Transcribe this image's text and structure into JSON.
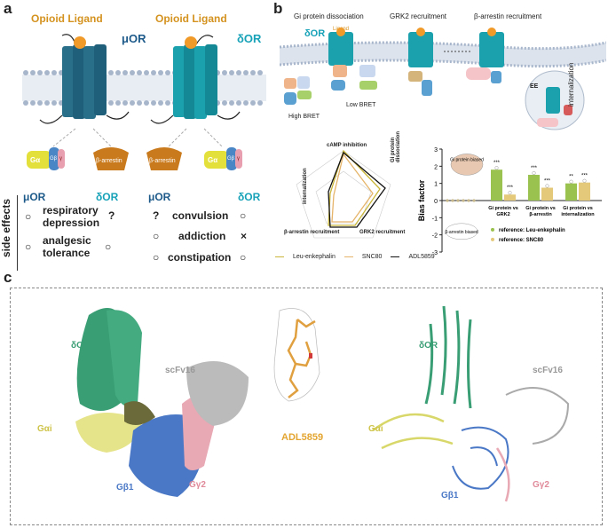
{
  "panel_a": {
    "letter": "a",
    "ligand_left": "Opioid Ligand",
    "ligand_right": "Opioid Ligand",
    "receptor_left": "μOR",
    "receptor_right": "δOR",
    "galpha": "Gα",
    "gbeta": "Gβ",
    "gamma": "γ",
    "barrestin": "β-arrestin",
    "side_effects_label": "side effects",
    "cols": [
      "μOR",
      "δOR",
      "μOR",
      "δOR"
    ],
    "left_rows": [
      {
        "text": "respiratory depression",
        "mu": "○",
        "delta": "?"
      },
      {
        "text": "analgesic tolerance",
        "mu": "○",
        "delta": "○"
      }
    ],
    "right_rows": [
      {
        "text": "convulsion",
        "mu": "?",
        "delta": "○"
      },
      {
        "text": "addiction",
        "mu": "○",
        "delta": "×"
      },
      {
        "text": "constipation",
        "mu": "○",
        "delta": "○"
      }
    ]
  },
  "panel_b": {
    "letter": "b",
    "steps": [
      "Gi protein dissociation",
      "GRK2 recruitment",
      "β-arrestin recruitment"
    ],
    "receptor": "δOR",
    "ligand": "Ligand",
    "high_bret": "High BRET",
    "low_bret": "Low BRET",
    "ee": "EE",
    "internalization": "internalization",
    "radar": {
      "axes": [
        "cAMP inhibition",
        "Gi protein dissociation",
        "GRK2 recruitment",
        "β-arrestin recruitment",
        "internalization"
      ],
      "legend": [
        "Leu-enkephalin",
        "SNC80",
        "ADL5859"
      ],
      "colors": [
        "#c9b63a",
        "#e6b46a",
        "#111111"
      ]
    }
  },
  "chart_data": {
    "type": "bar",
    "ylabel": "Bias factor",
    "ylim": [
      -3,
      3
    ],
    "yticks": [
      -3,
      -2,
      -1,
      0,
      1,
      2,
      3
    ],
    "categories": [
      "Gi protein vs GRK2",
      "Gi protein vs β-arrestin",
      "Gi protein vs internalization"
    ],
    "series": [
      {
        "name": "reference: Leu-enkephalin",
        "values": [
          1.8,
          1.5,
          1.0
        ],
        "color": "#9ac24e"
      },
      {
        "name": "reference: SNC80",
        "values": [
          0.35,
          0.75,
          1.05
        ],
        "color": "#e4c97a"
      }
    ],
    "significance": [
      [
        "***",
        "***"
      ],
      [
        "***",
        "***"
      ],
      [
        "**",
        "***"
      ]
    ],
    "annotations": [
      "Gi protein biased",
      "β-arrestin biased"
    ]
  },
  "panel_c": {
    "letter": "c",
    "left": {
      "dor": "δOR",
      "scfv": "scFv16",
      "gai": "Gαi",
      "gb1": "Gβ1",
      "gg2": "Gγ2"
    },
    "ligand": "ADL5859",
    "right": {
      "dor": "δOR",
      "scfv": "scFv16",
      "gai": "Gαi",
      "gb1": "Gβ1",
      "gg2": "Gγ2"
    }
  }
}
